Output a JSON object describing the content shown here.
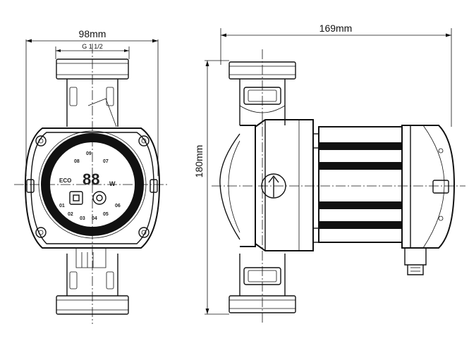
{
  "dimensions": {
    "front_width": "98mm",
    "thread": "G 1 1/2",
    "side_length": "169mm",
    "height": "180mm"
  },
  "panel": {
    "eco_label": "ECO",
    "display_digits": "88",
    "display_unit": "W",
    "speed_labels": [
      "01",
      "02",
      "03",
      "04",
      "05",
      "06"
    ],
    "top_label_a": "08",
    "top_label_b": "09",
    "top_label_c": "07"
  },
  "icons": [
    "arrow-up-icon",
    "square-button-icon",
    "circle-button-icon"
  ]
}
